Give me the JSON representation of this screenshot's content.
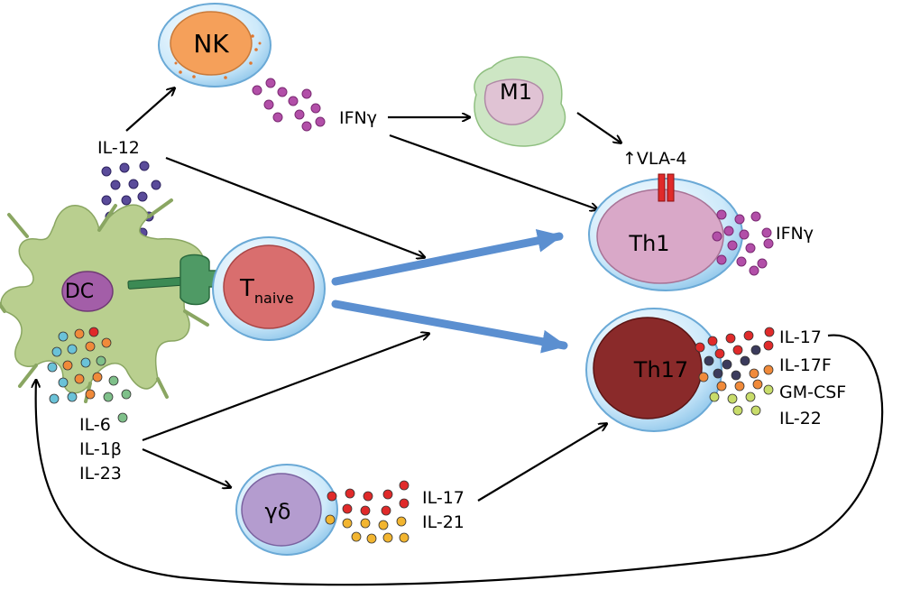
{
  "cells": {
    "nk": "NK",
    "m1": "M1",
    "dc": "DC",
    "tnaive_main": "T",
    "tnaive_sub": "naive",
    "th1": "Th1",
    "th17": "Th17",
    "gd": "γδ"
  },
  "cytokines": {
    "il12": "IL-12",
    "ifng_nk": "IFNγ",
    "ifng_th1": "IFNγ",
    "vla4": "↑VLA-4",
    "il6": "IL-6",
    "il1b": "IL-1β",
    "il23": "IL-23",
    "gd_il17": "IL-17",
    "gd_il21": "IL-21",
    "th17_il17": "IL-17",
    "th17_il17f": "IL-17F",
    "th17_gmcsf": "GM-CSF",
    "th17_il22": "IL-22"
  },
  "colors": {
    "nk_nucleus": "#f5a05a",
    "membrane": "#a9d6f2",
    "membrane_outline": "#7ab8e0",
    "m1_body": "#cde6c4",
    "m1_nucleus": "#e0c3d4",
    "dc_body": "#b9cf8f",
    "dc_nucleus": "#a35ea8",
    "tnaive_body": "#d96e6e",
    "th1_body": "#d9a8c8",
    "th17_body": "#8a2a2a",
    "gd_body": "#b49ccf",
    "cytokine_purple": "#b24fa8",
    "cytokine_blue": "#5a4b9a",
    "cytokine_red": "#e02a2a",
    "cytokine_orange": "#f08a3a",
    "cytokine_yellow": "#f2b530",
    "cytokine_teal": "#6ac2d8",
    "cytokine_green": "#7fc08a",
    "cytokine_lime": "#c8dc6a",
    "cytokine_navy": "#3b3b5c",
    "arrow_blue": "#5b8fd0",
    "receptor_red": "#e02a2a",
    "tcr_green": "#3c8a54"
  },
  "icons": [
    "arrow-icon",
    "receptor-icon",
    "mhc-tcr-icon"
  ]
}
